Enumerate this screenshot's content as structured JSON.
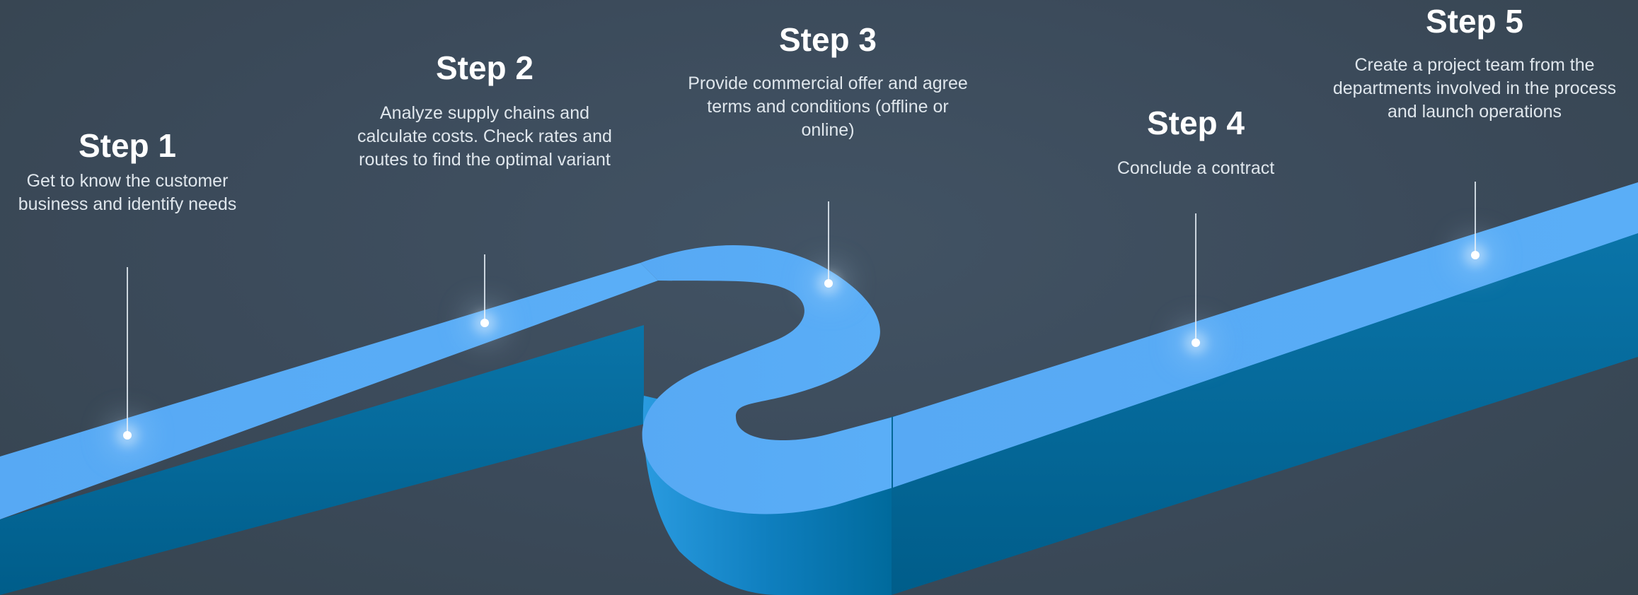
{
  "colors": {
    "background": "#3b4a5a",
    "road_top": "#58aaf5",
    "road_side": "#006695",
    "text": "#ffffff"
  },
  "steps": [
    {
      "title": "Step 1",
      "description": "Get to know the customer business and identify needs"
    },
    {
      "title": "Step 2",
      "description": "Analyze supply chains and calculate costs. Check rates and routes to find the optimal variant"
    },
    {
      "title": "Step 3",
      "description": "Provide commercial offer and agree terms and conditions (offline or online)"
    },
    {
      "title": "Step 4",
      "description": "Conclude a contract"
    },
    {
      "title": "Step 5",
      "description": "Create a project team from the departments involved in the process and launch operations"
    }
  ]
}
